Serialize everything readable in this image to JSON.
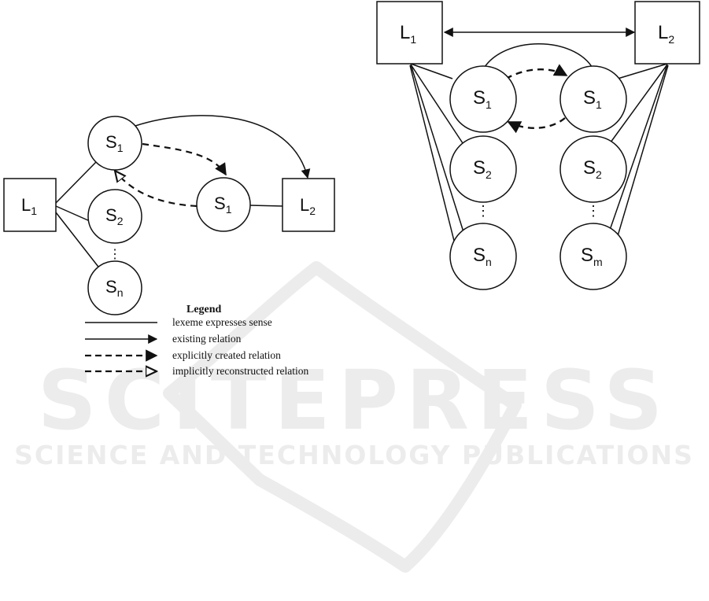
{
  "watermark": {
    "main": "SCITEPRESS",
    "sub": "SCIENCE AND TECHNOLOGY PUBLICATIONS"
  },
  "left_diagram": {
    "lexeme1": {
      "base": "L",
      "sub": "1"
    },
    "lexeme2": {
      "base": "L",
      "sub": "2"
    },
    "sense1": {
      "base": "S",
      "sub": "1"
    },
    "sense2": {
      "base": "S",
      "sub": "2"
    },
    "sense_n": {
      "base": "S",
      "sub": "n"
    },
    "sense_b1": {
      "base": "S",
      "sub": "1"
    },
    "dots": "⋮"
  },
  "right_diagram": {
    "lexeme1": {
      "base": "L",
      "sub": "1"
    },
    "lexeme2": {
      "base": "L",
      "sub": "2"
    },
    "a_sense1": {
      "base": "S",
      "sub": "1"
    },
    "a_sense2": {
      "base": "S",
      "sub": "2"
    },
    "a_sense_n": {
      "base": "S",
      "sub": "n"
    },
    "b_sense1": {
      "base": "S",
      "sub": "1"
    },
    "b_sense2": {
      "base": "S",
      "sub": "2"
    },
    "b_sense_m": {
      "base": "S",
      "sub": "m"
    },
    "dots": "⋮"
  },
  "legend": {
    "title": "Legend",
    "items": [
      "lexeme expresses sense",
      "existing relation",
      "explicitly created relation",
      "implicitly reconstructed relation"
    ]
  }
}
